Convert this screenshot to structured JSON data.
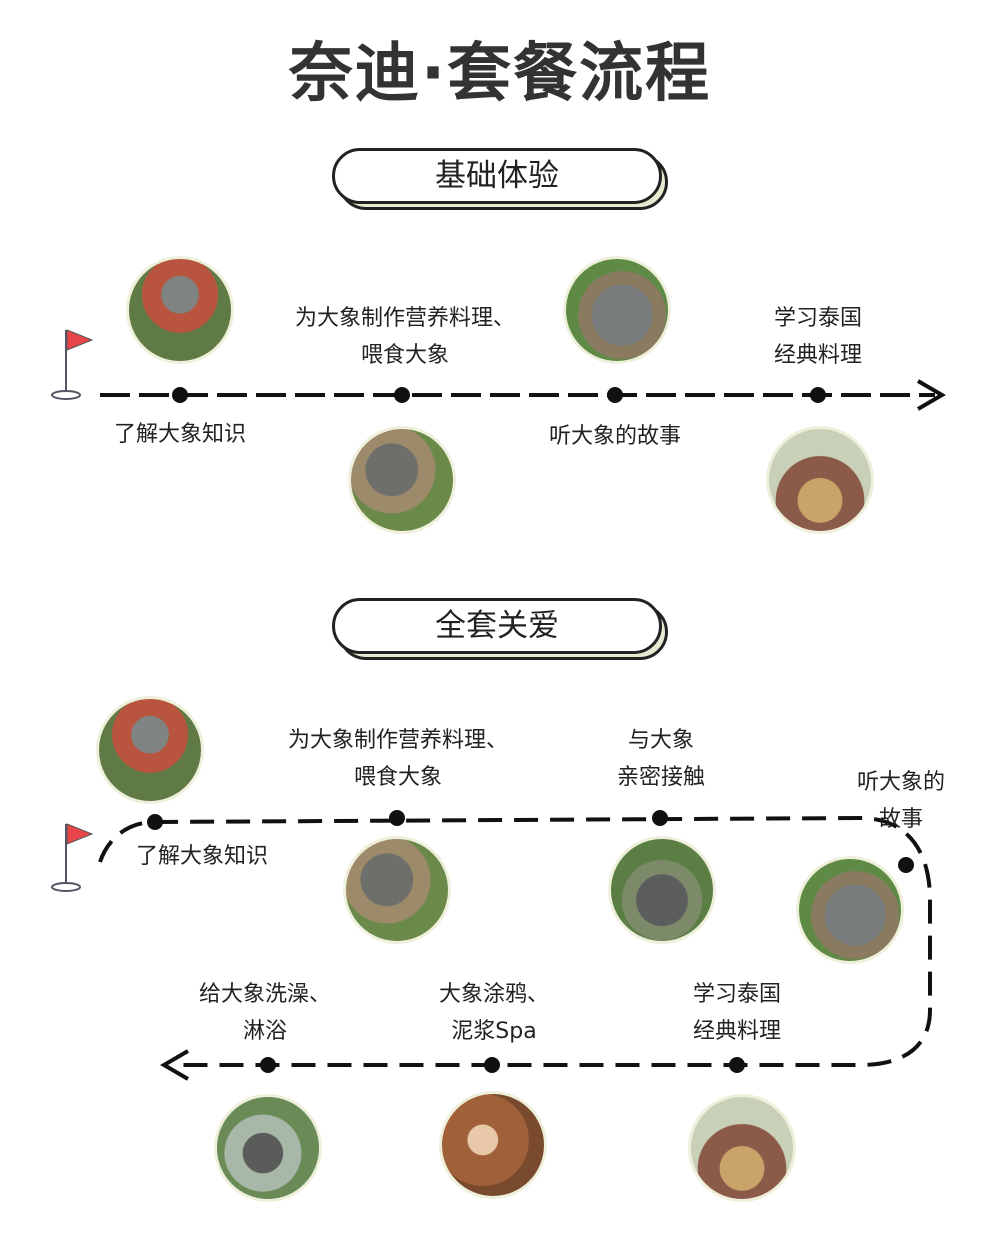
{
  "title": "奈迪·套餐流程",
  "sections": [
    {
      "badge": "基础体验",
      "steps": [
        {
          "label": [
            "了解大象知识"
          ],
          "photo": "group-with-elephant-photo"
        },
        {
          "label": [
            "为大象制作营养料理、",
            "喂食大象"
          ],
          "photo": "feeding-elephant-photo"
        },
        {
          "label": [
            "听大象的故事"
          ],
          "photo": "elephants-with-keeper-photo"
        },
        {
          "label": [
            "学习泰国",
            "经典料理"
          ],
          "photo": "thai-cooking-photo"
        }
      ]
    },
    {
      "badge": "全套关爱",
      "steps": [
        {
          "label": [
            "了解大象知识"
          ],
          "photo": "group-with-elephant-photo"
        },
        {
          "label": [
            "为大象制作营养料理、",
            "喂食大象"
          ],
          "photo": "feeding-elephant-photo"
        },
        {
          "label": [
            "与大象",
            "亲密接触"
          ],
          "photo": "close-contact-photo"
        },
        {
          "label": [
            "听大象的",
            "故事"
          ],
          "photo": "elephants-with-keeper-photo"
        },
        {
          "label": [
            "学习泰国",
            "经典料理"
          ],
          "photo": "thai-cooking-photo"
        },
        {
          "label": [
            "大象涂鸦、",
            "泥浆Spa"
          ],
          "photo": "mud-spa-photo"
        },
        {
          "label": [
            "给大象洗澡、",
            "淋浴"
          ],
          "photo": "bathing-elephant-photo"
        }
      ]
    }
  ],
  "colors": {
    "flag": "#e8454a",
    "badge_shadow": "#e6ead0",
    "line": "#111111"
  }
}
